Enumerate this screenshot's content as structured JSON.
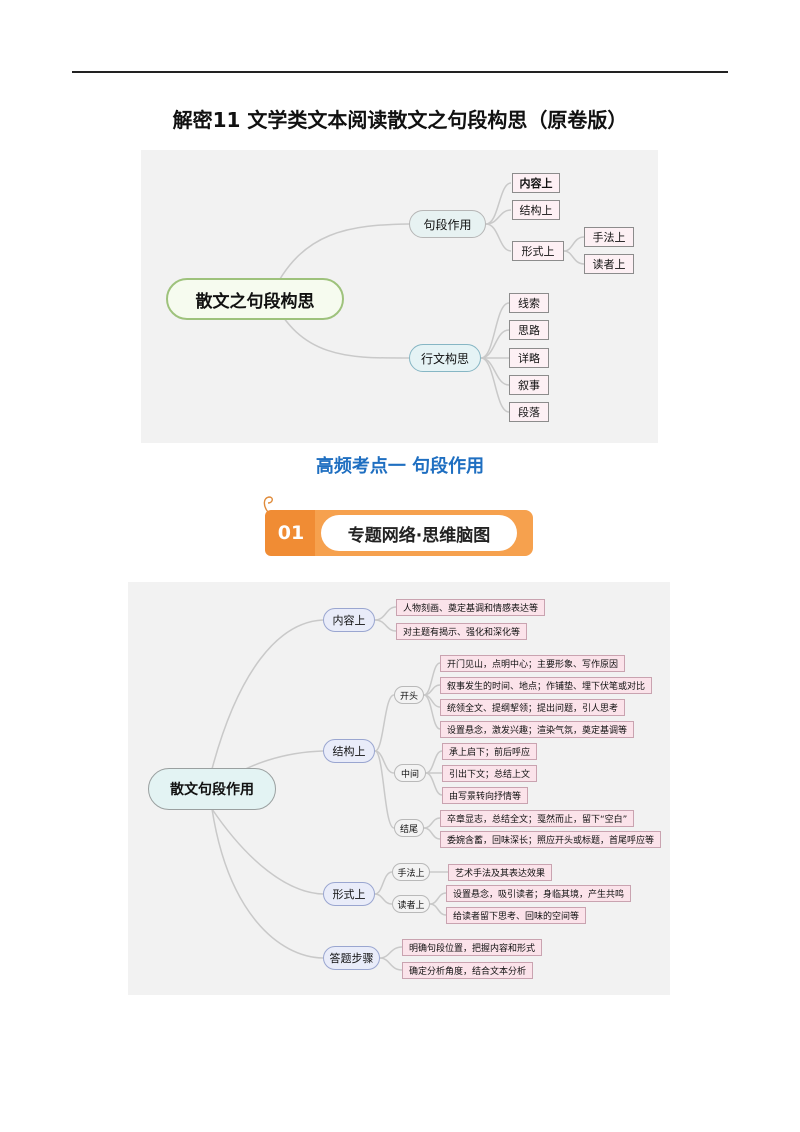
{
  "document": {
    "title": "解密11  文学类文本阅读散文之句段构思（原卷版）",
    "section_heading": "高频考点一    句段作用"
  },
  "mindmap1": {
    "root": "散文之句段构思",
    "branches": [
      {
        "label": "句段作用",
        "children": [
          "内容上",
          "结构上",
          "形式上"
        ],
        "sub": [
          "手法上",
          "读者上"
        ]
      },
      {
        "label": "行文构思",
        "children": [
          "线索",
          "思路",
          "详略",
          "叙事",
          "段落"
        ]
      }
    ]
  },
  "banner": {
    "number": "01",
    "label": "专题网络·思维脑图"
  },
  "mindmap2": {
    "root": "散文句段作用",
    "content": {
      "label": "内容上",
      "items": [
        "人物刻画、奠定基调和情感表达等",
        "对主题有揭示、强化和深化等"
      ]
    },
    "structure": {
      "label": "结构上",
      "opening": {
        "label": "开头",
        "items": [
          "开门见山，点明中心；主要形象、写作原因",
          "叙事发生的时间、地点；作铺垫、埋下伏笔或对比",
          "统领全文、提纲挈领；提出问题，引人思考",
          "设置悬念，激发兴趣；渲染气氛，奠定基调等"
        ]
      },
      "middle": {
        "label": "中间",
        "items": [
          "承上启下；前后呼应",
          "引出下文；总结上文",
          "由写景转向抒情等"
        ]
      },
      "ending": {
        "label": "结尾",
        "items": [
          "卒章显志，总结全文；戛然而止，留下“空白”",
          "委婉含蓄，回味深长；照应开头或标题，首尾呼应等"
        ]
      }
    },
    "form": {
      "label": "形式上",
      "technique": {
        "label": "手法上",
        "items": [
          "艺术手法及其表达效果"
        ]
      },
      "reader": {
        "label": "读者上",
        "items": [
          "设置悬念，吸引读者；身临其境，产生共鸣",
          "给读者留下思考、回味的空间等"
        ]
      }
    },
    "steps": {
      "label": "答题步骤",
      "items": [
        "明确句段位置，把握内容和形式",
        "确定分析角度，结合文本分析"
      ]
    }
  }
}
